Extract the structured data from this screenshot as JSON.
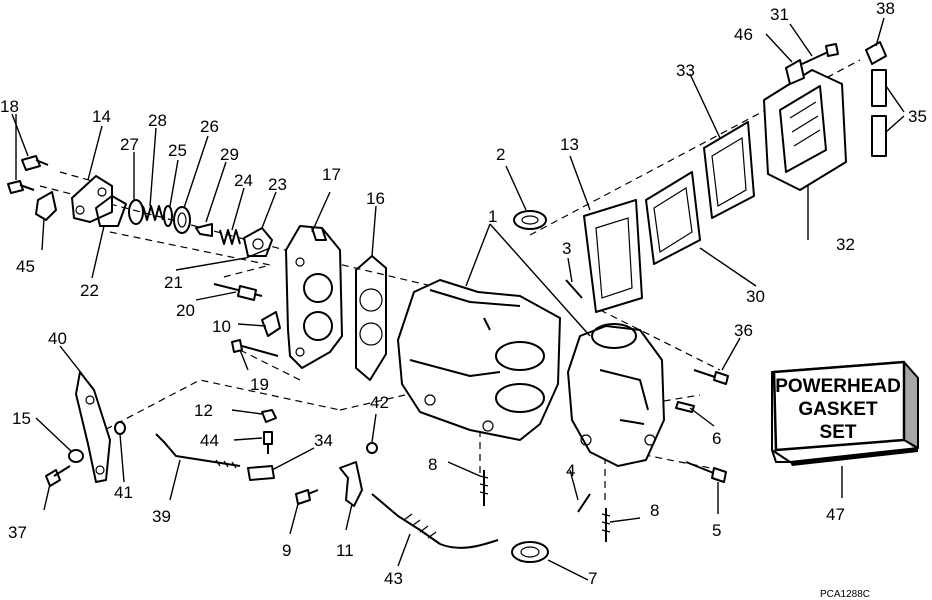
{
  "labels": {
    "p1": "1",
    "p2": "2",
    "p3": "3",
    "p4": "4",
    "p5": "5",
    "p6": "6",
    "p7": "7",
    "p8a": "8",
    "p8b": "8",
    "p9": "9",
    "p10": "10",
    "p11": "11",
    "p12": "12",
    "p13": "13",
    "p14": "14",
    "p15": "15",
    "p16": "16",
    "p17": "17",
    "p18": "18",
    "p19": "19",
    "p20": "20",
    "p21": "21",
    "p22": "22",
    "p23": "23",
    "p24": "24",
    "p25": "25",
    "p26": "26",
    "p27": "27",
    "p28": "28",
    "p29": "29",
    "p30": "30",
    "p31": "31",
    "p32": "32",
    "p33": "33",
    "p34": "34",
    "p35": "35",
    "p36": "36",
    "p37": "37",
    "p38": "38",
    "p39": "39",
    "p40": "40",
    "p41": "41",
    "p42": "42",
    "p43": "43",
    "p44": "44",
    "p45": "45",
    "p46": "46",
    "p47": "47"
  },
  "gasket_box": {
    "line1": "POWERHEAD",
    "line2": "GASKET",
    "line3": "SET"
  },
  "figure_code": "PCA1288C"
}
